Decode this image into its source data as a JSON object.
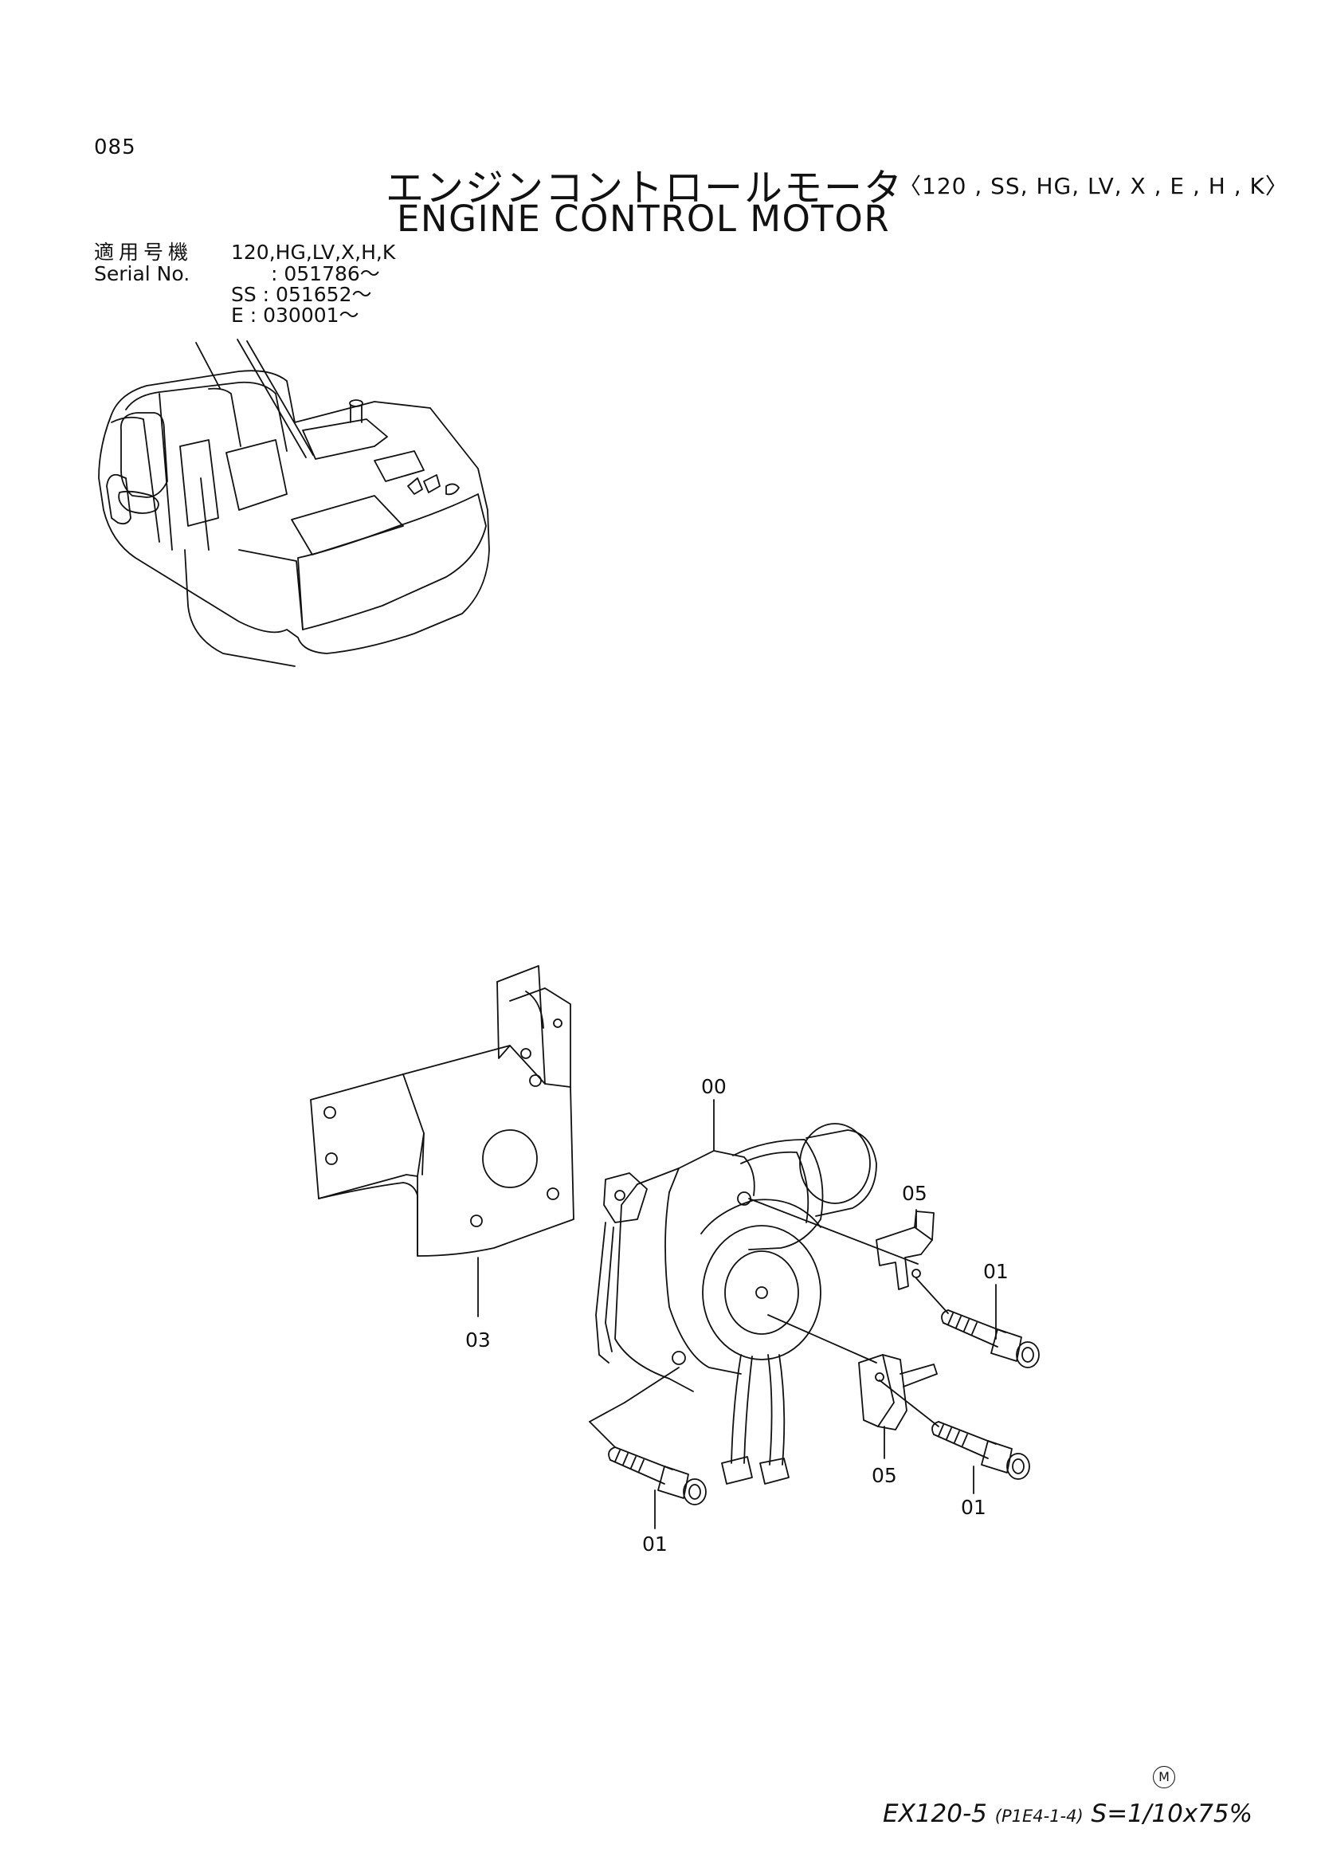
{
  "page_number": "085",
  "title_jp": "エンジンコントロールモータ",
  "title_models": "〈120 , SS, HG, LV, X , E , H , K〉",
  "title_en": "ENGINE  CONTROL  MOTOR",
  "applicability": {
    "label_jp": "適用号機",
    "models": "120,HG,LV,X,H,K",
    "serial_label": "Serial No.",
    "serial_lines": [
      ": 051786～",
      "SS : 051652～",
      "E   : 030001～"
    ]
  },
  "callouts": [
    "00",
    "05",
    "01",
    "03",
    "05",
    "01",
    "01"
  ],
  "footer": {
    "model": "EX120-5",
    "sheet": "(P1E4-1-4)",
    "scale": "S=1/10x75%",
    "mark": "M"
  }
}
